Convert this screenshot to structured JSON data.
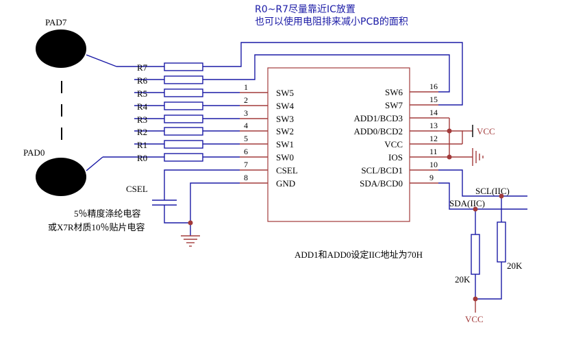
{
  "notes": {
    "top_line1": "R0~R7尽量靠近IC放置",
    "top_line2": "也可以使用电阻排来减小PCB的面积",
    "address": "ADD1和ADD0设定IIC地址为70H",
    "cap_line1": "5％精度涤纶电容",
    "cap_line2": "或X7R材质10％贴片电容"
  },
  "pads": {
    "top": "PAD7",
    "bottom": "PAD0"
  },
  "resistors": [
    "R7",
    "R6",
    "R5",
    "R4",
    "R3",
    "R2",
    "R1",
    "R0"
  ],
  "ic_left": [
    {
      "num": "1",
      "name": "SW5"
    },
    {
      "num": "2",
      "name": "SW4"
    },
    {
      "num": "3",
      "name": "SW3"
    },
    {
      "num": "4",
      "name": "SW2"
    },
    {
      "num": "5",
      "name": "SW1"
    },
    {
      "num": "6",
      "name": "SW0"
    },
    {
      "num": "7",
      "name": "CSEL"
    },
    {
      "num": "8",
      "name": "GND"
    }
  ],
  "ic_right": [
    {
      "num": "16",
      "name": "SW6"
    },
    {
      "num": "15",
      "name": "SW7"
    },
    {
      "num": "14",
      "name": "ADD1/BCD3"
    },
    {
      "num": "13",
      "name": "ADD0/BCD2"
    },
    {
      "num": "12",
      "name": "VCC"
    },
    {
      "num": "11",
      "name": "IOS"
    },
    {
      "num": "10",
      "name": "SCL/BCD1"
    },
    {
      "num": "9",
      "name": "SDA/BCD0"
    }
  ],
  "nets": {
    "csel": "CSEL",
    "vcc_top": "VCC",
    "vcc_bottom": "VCC",
    "scl": "SCL(IIC)",
    "sda": "SDA(IIC)",
    "r_pullup_left": "20K",
    "r_pullup_right": "20K"
  }
}
